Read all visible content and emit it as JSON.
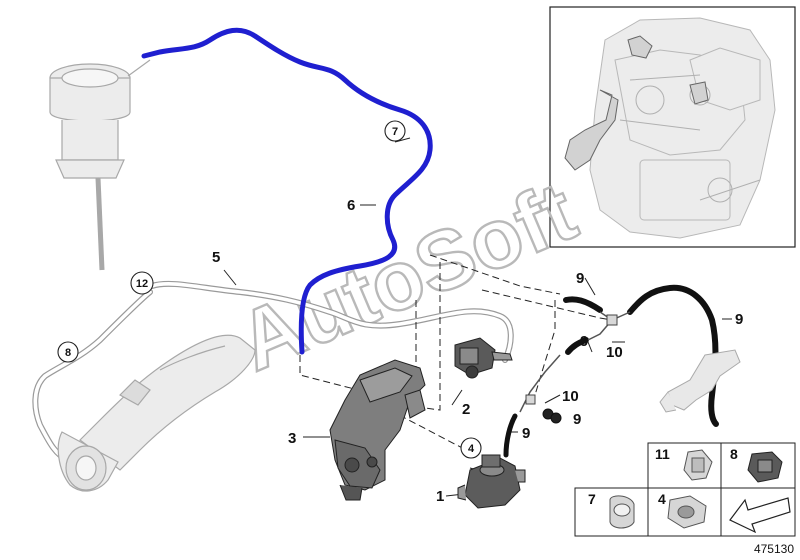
{
  "diagram": {
    "labels": {
      "l1": "1",
      "l2": "2",
      "l3": "3",
      "l5": "5",
      "l6": "6",
      "l9a": "9",
      "l9b": "9",
      "l9c": "9",
      "l9d": "9",
      "l9e": "9",
      "l10a": "10",
      "l10b": "10"
    },
    "circled": {
      "c7": "7",
      "c12": "12",
      "c8": "8",
      "c4": "4"
    },
    "legend": {
      "l11": "11",
      "l8": "8",
      "l7": "7",
      "l4": "4"
    },
    "diagram_number": "475130",
    "watermark": "AutoSoft",
    "colors": {
      "highlight_hose": "#1f1fd0",
      "line": "#222222",
      "part_gray": "#8a8a8a"
    }
  }
}
